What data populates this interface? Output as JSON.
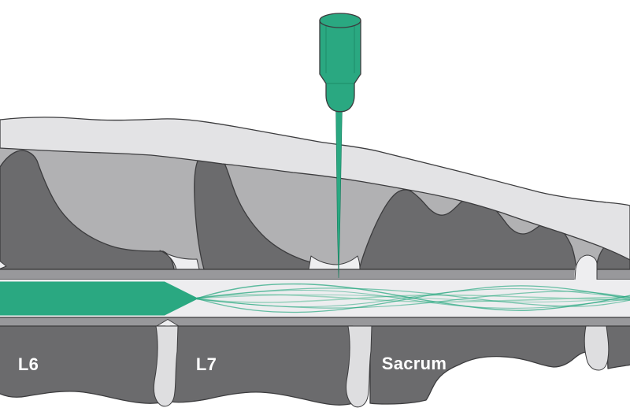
{
  "illustration": {
    "alt": "Cross-section diagram of a lumbosacral epidural injection: a green spinal needle passes through skin and muscle between the L7 vertebra and the sacrum into the vertebral canal, where the spinal cord ends and cauda equina nerve strands continue",
    "labels": {
      "l6": "L6",
      "l7": "L7",
      "sacrum": "Sacrum"
    }
  },
  "colors": {
    "background": "#FFFFFF",
    "green": "#2AA881",
    "green_dark": "#157A5B",
    "nerve_light": "#86CBB2",
    "skin": "#E3E3E5",
    "muscle": "#B1B1B3",
    "bone": "#6B6B6D",
    "ligament_strip": "#98989B",
    "canal": "#EDEDEF",
    "gap": "#EEEEF0",
    "disc": "#DEDEE0",
    "outline": "#3C3C3E",
    "label_text": "#FFFFFF"
  }
}
